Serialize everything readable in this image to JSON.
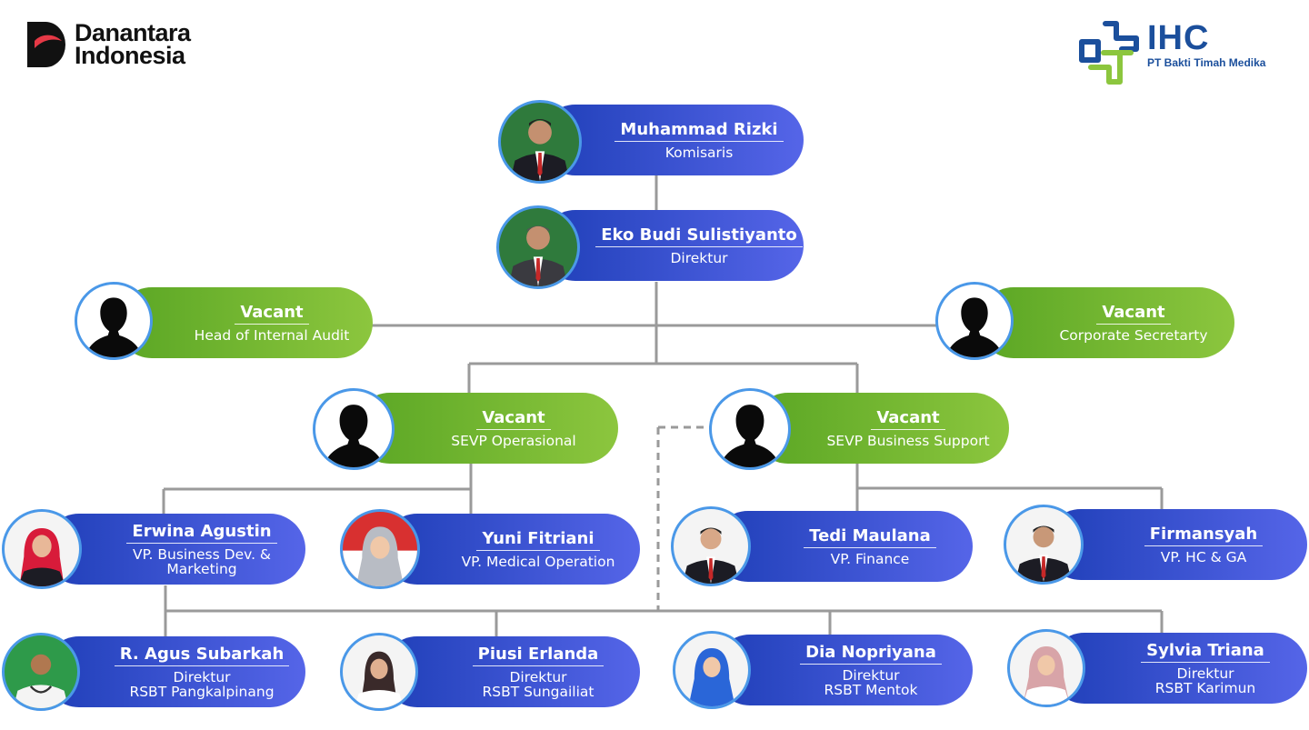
{
  "header": {
    "left_logo": {
      "line1": "Danantara",
      "line2": "Indonesia",
      "icon": "danantara-mark-icon"
    },
    "right_logo": {
      "name": "IHC",
      "subtitle": "PT Bakti Timah Medika",
      "icon": "ihc-cross-icon"
    }
  },
  "colors": {
    "blue_start": "#1f3fb8",
    "blue_end": "#5565e8",
    "green_start": "#5aa624",
    "green_end": "#8cc63e",
    "avatar_ring": "#4a98e8",
    "connector": "#9a9a9a"
  },
  "nodes": [
    {
      "id": "komisaris",
      "name": "Muhammad Rizki",
      "title": "Komisaris",
      "style": "blue",
      "photo": "person-photo"
    },
    {
      "id": "direktur",
      "name": "Eko Budi Sulistiyanto",
      "title": "Direktur",
      "style": "blue",
      "photo": "person-photo"
    },
    {
      "id": "internal-audit",
      "name": "Vacant",
      "title": "Head of Internal Audit",
      "style": "green",
      "photo": "silhouette-icon"
    },
    {
      "id": "corp-secretary",
      "name": "Vacant",
      "title": "Corporate Secretarty",
      "style": "green",
      "photo": "silhouette-icon"
    },
    {
      "id": "sevp-operasional",
      "name": "Vacant",
      "title": "SEVP Operasional",
      "style": "green",
      "photo": "silhouette-icon"
    },
    {
      "id": "sevp-business-support",
      "name": "Vacant",
      "title": "SEVP Business Support",
      "style": "green",
      "photo": "silhouette-icon"
    },
    {
      "id": "vp-business-dev",
      "name": "Erwina Agustin",
      "title": "VP. Business Dev. &\nMarketing",
      "style": "blue",
      "photo": "person-photo"
    },
    {
      "id": "vp-medical-operation",
      "name": "Yuni Fitriani",
      "title": "VP. Medical Operation",
      "style": "blue",
      "photo": "person-photo"
    },
    {
      "id": "vp-finance",
      "name": "Tedi Maulana",
      "title": "VP. Finance",
      "style": "blue",
      "photo": "person-photo"
    },
    {
      "id": "vp-hc-ga",
      "name": "Firmansyah",
      "title": "VP. HC & GA",
      "style": "blue",
      "photo": "person-photo"
    },
    {
      "id": "rsbt-pangkalpinang",
      "name": "R. Agus Subarkah",
      "title": "Direktur\nRSBT Pangkalpinang",
      "style": "blue",
      "photo": "person-photo"
    },
    {
      "id": "rsbt-sungailiat",
      "name": "Piusi Erlanda",
      "title": "Direktur\nRSBT Sungailiat",
      "style": "blue",
      "photo": "person-photo"
    },
    {
      "id": "rsbt-mentok",
      "name": "Dia Nopriyana",
      "title": "Direktur\nRSBT Mentok",
      "style": "blue",
      "photo": "person-photo"
    },
    {
      "id": "rsbt-karimun",
      "name": "Sylvia Triana",
      "title": "Direktur\nRSBT Karimun",
      "style": "blue",
      "photo": "person-photo"
    }
  ]
}
